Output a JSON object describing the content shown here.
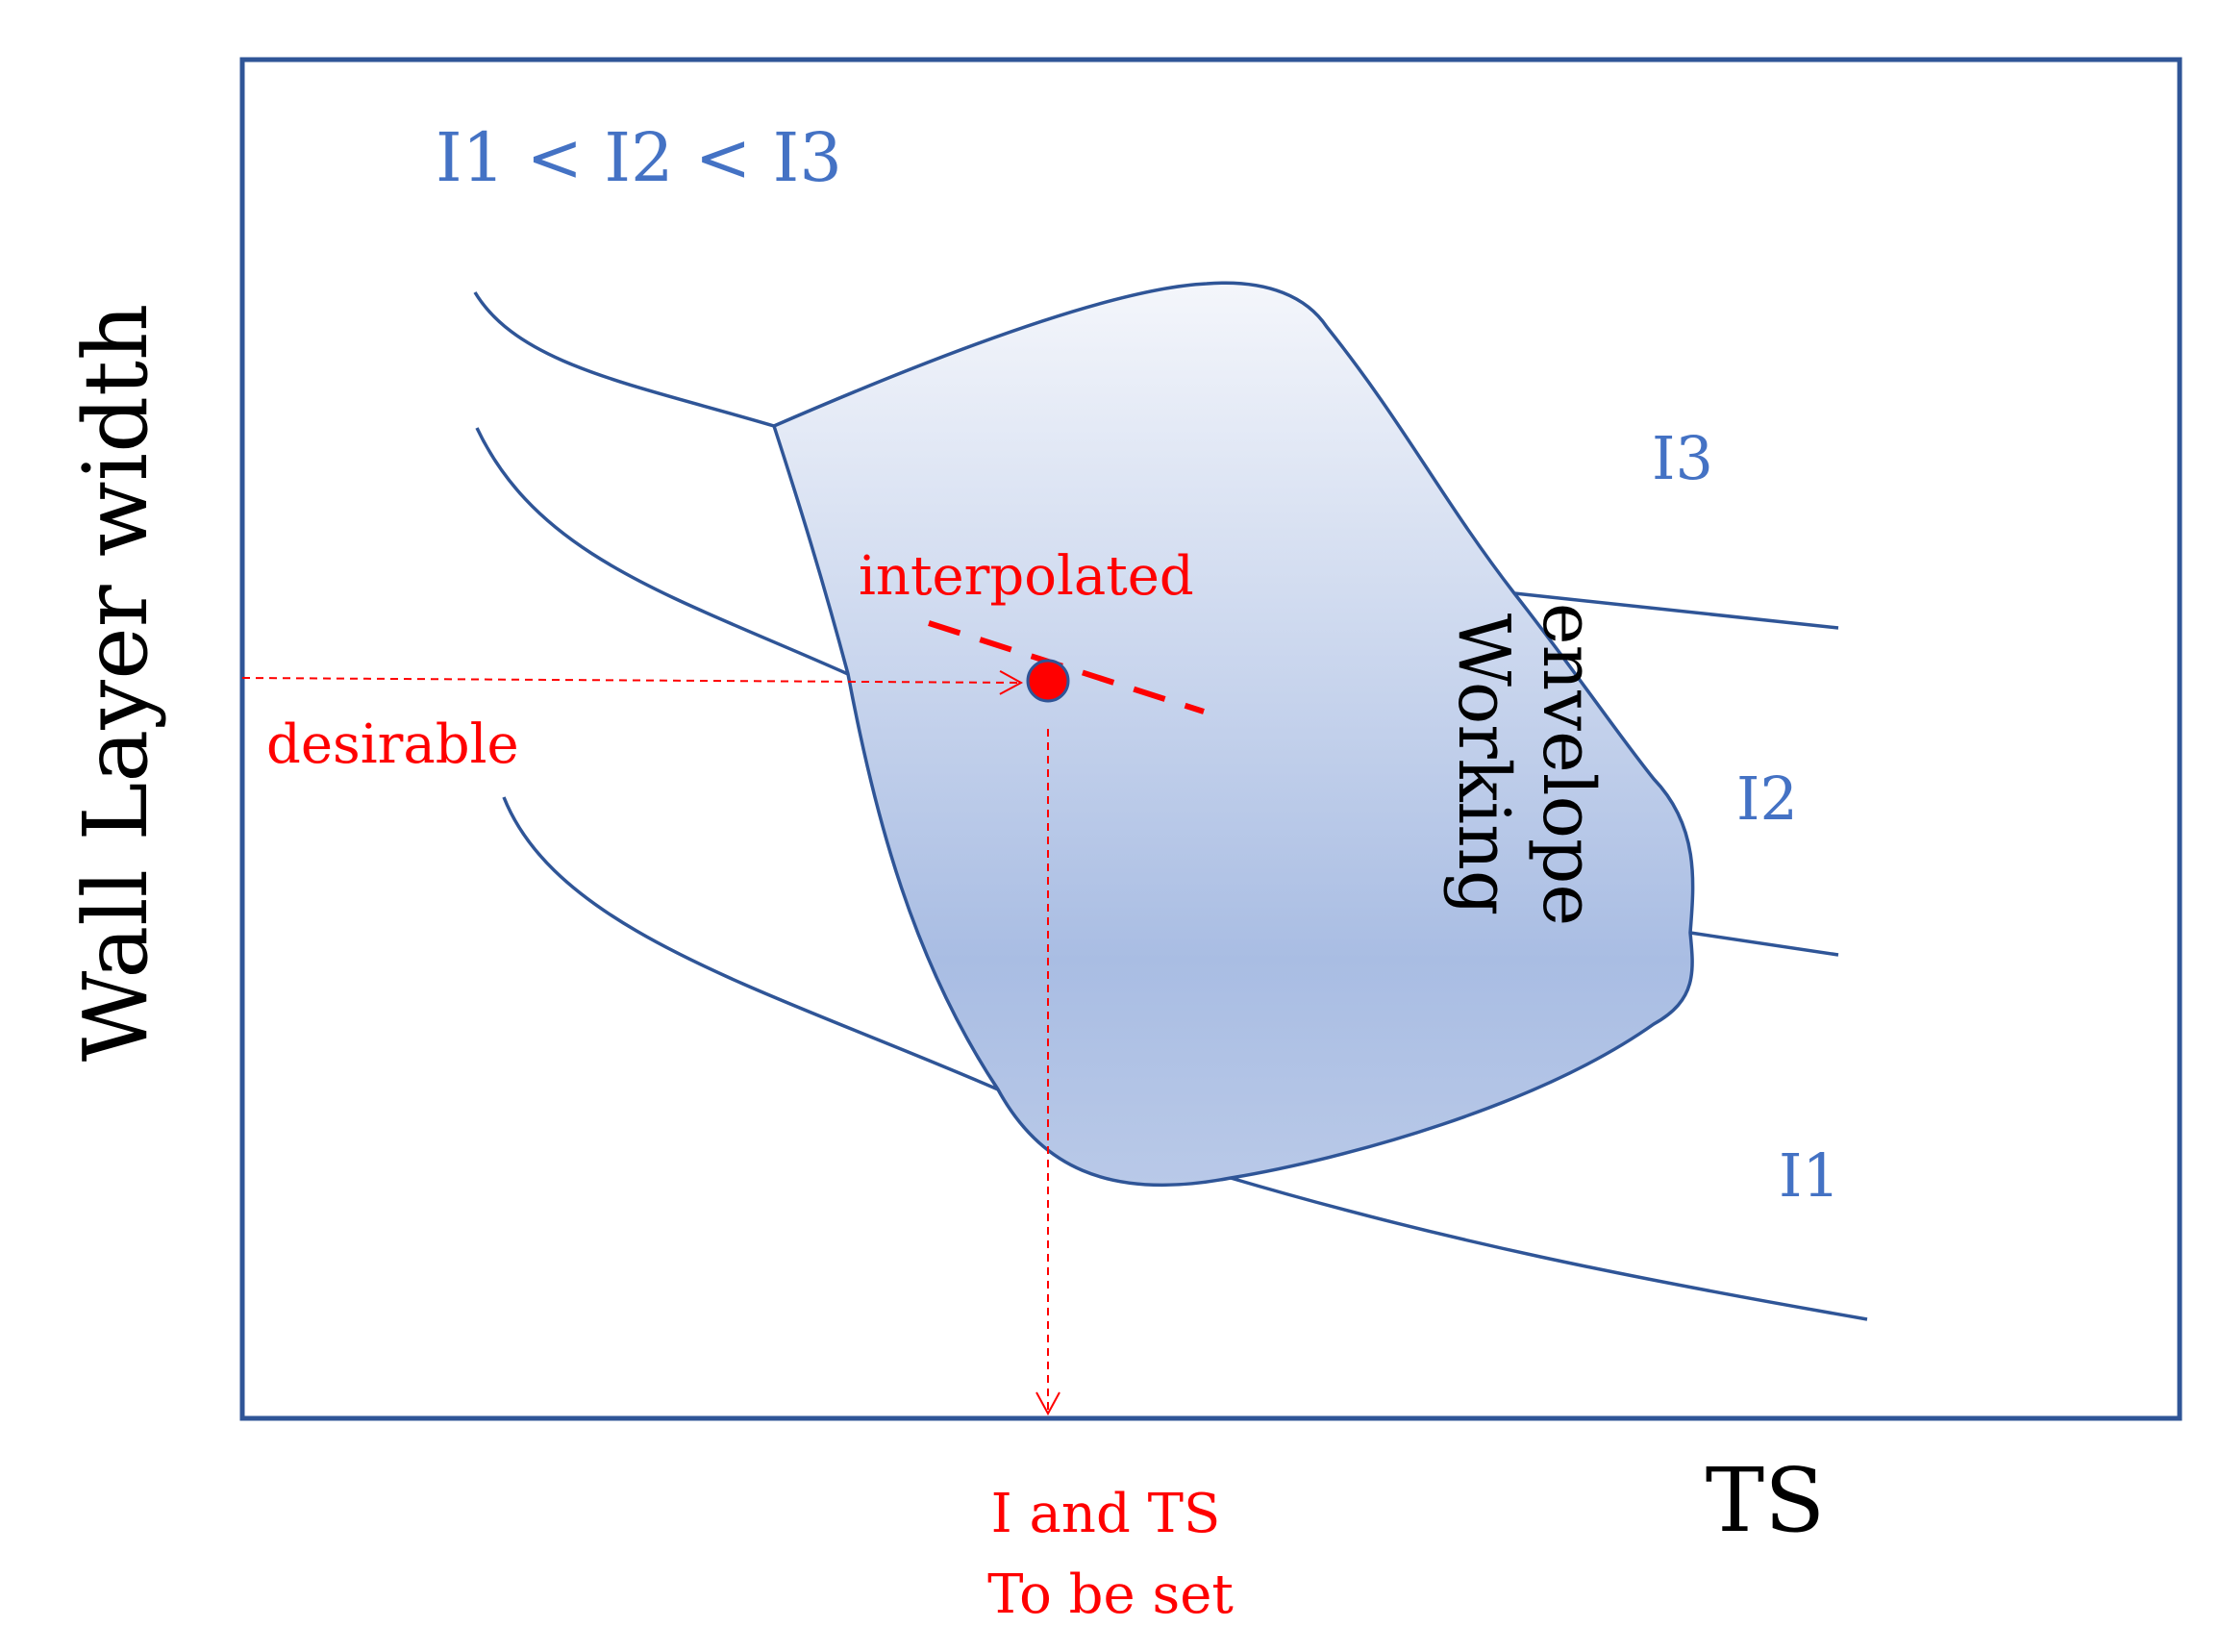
{
  "axes": {
    "y_label": "Wall Layer width",
    "x_label": "TS"
  },
  "legend_relation": "I1 < I2 < I3",
  "curves": [
    {
      "name": "I1"
    },
    {
      "name": "I2"
    },
    {
      "name": "I3"
    }
  ],
  "envelope": {
    "label_line1": "Working",
    "label_line2": "envelope"
  },
  "annotations": {
    "interpolated": "interpolated",
    "desirable": "desirable",
    "result_line1": "I and TS",
    "result_line2": "To be set"
  },
  "colors": {
    "frame": "#2F5597",
    "curve_label": "#4472C4",
    "annotation": "#FF0000",
    "axis_label": "#000000",
    "envelope_top": "#EEF2F9",
    "envelope_bottom": "#A8BCE3"
  }
}
